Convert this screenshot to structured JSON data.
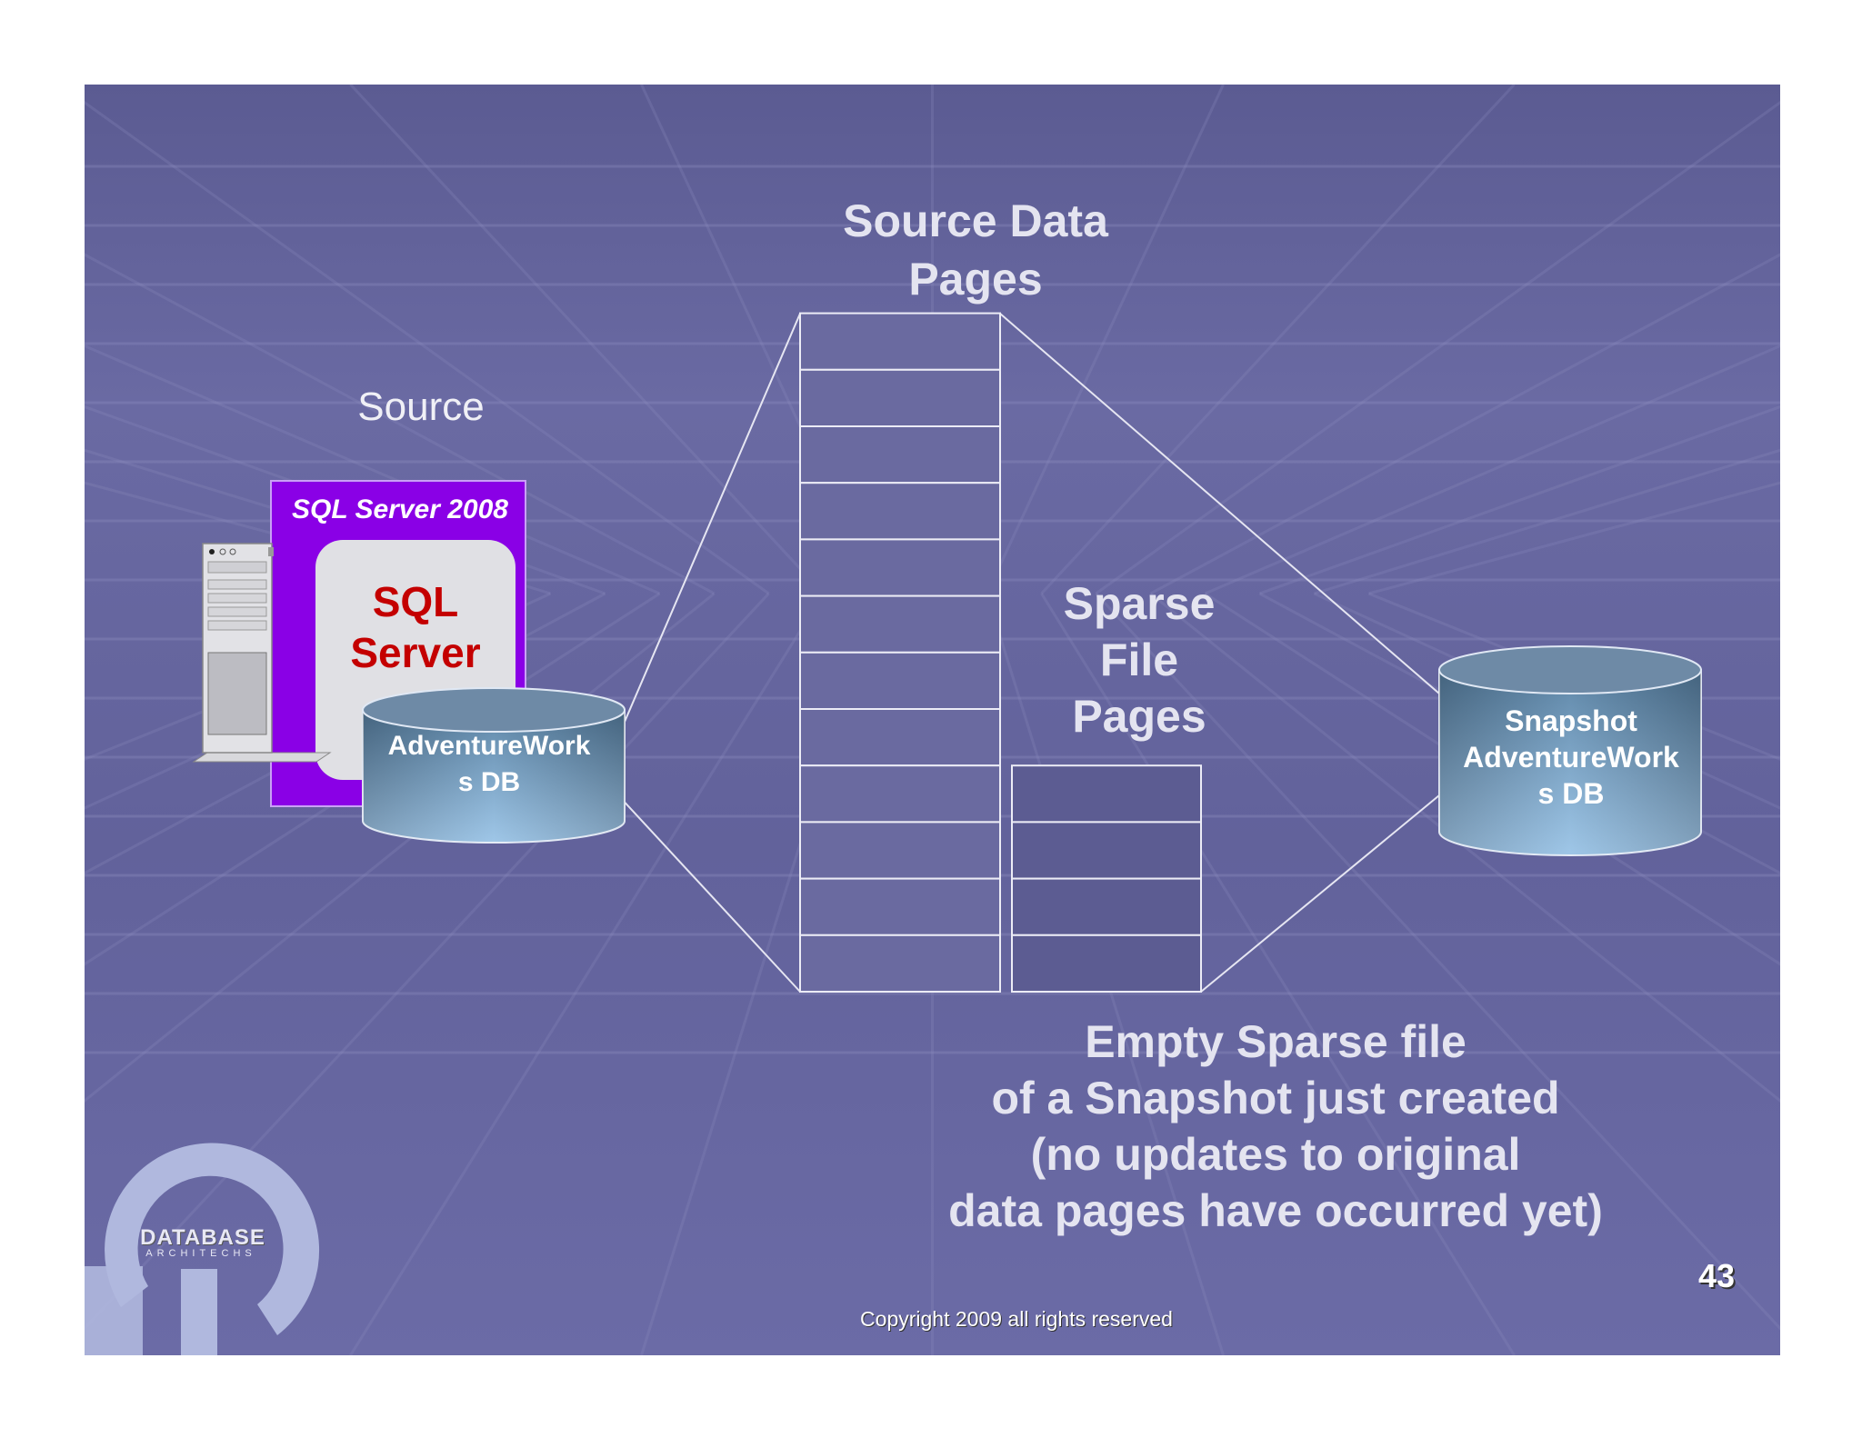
{
  "slide": {
    "source_data_title": "Source Data\nPages",
    "source_label": "Source",
    "sparse_title": "Sparse\nFile\nPages",
    "caption": "Empty Sparse file\nof a Snapshot just created\n(no updates to original\ndata pages have occurred yet)",
    "copyright": "Copyright 2009 all rights reserved",
    "page_number": "43"
  },
  "sql_server": {
    "panel_title": "SQL Server 2008",
    "inner_text": "SQL\nServer"
  },
  "databases": {
    "source_db": "AdventureWork\ns DB",
    "snapshot_db": "Snapshot\nAdventureWork\ns DB"
  },
  "pages": {
    "source_page_count": 12,
    "sparse_page_count": 4
  },
  "logo": {
    "name": "DATABASE",
    "sub": "ARCHITECHS"
  },
  "colors": {
    "background": "#62629b",
    "sql_panel": "#8a00e6",
    "sql_text": "#c40000",
    "db_body": "#5e8fb8",
    "text": "#e4e4f0"
  }
}
